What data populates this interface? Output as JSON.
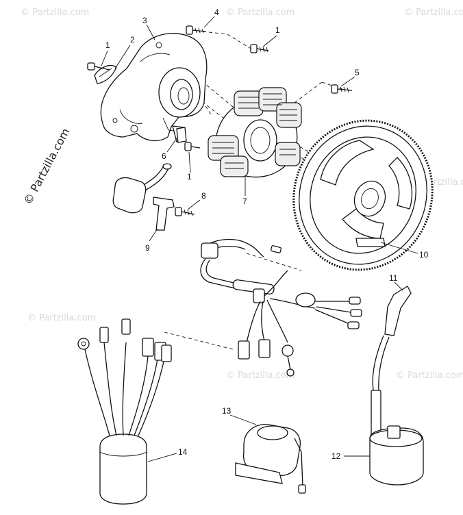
{
  "watermark": {
    "side_text": "© Partzilla.com",
    "tile_text": "© Partzilla.com"
  },
  "callouts": [
    {
      "number": "1"
    },
    {
      "number": "1"
    },
    {
      "number": "1"
    },
    {
      "number": "2"
    },
    {
      "number": "3"
    },
    {
      "number": "4"
    },
    {
      "number": "5"
    },
    {
      "number": "6"
    },
    {
      "number": "7"
    },
    {
      "number": "8"
    },
    {
      "number": "9"
    },
    {
      "number": "10"
    },
    {
      "number": "11"
    },
    {
      "number": "12"
    },
    {
      "number": "13"
    },
    {
      "number": "14"
    }
  ]
}
